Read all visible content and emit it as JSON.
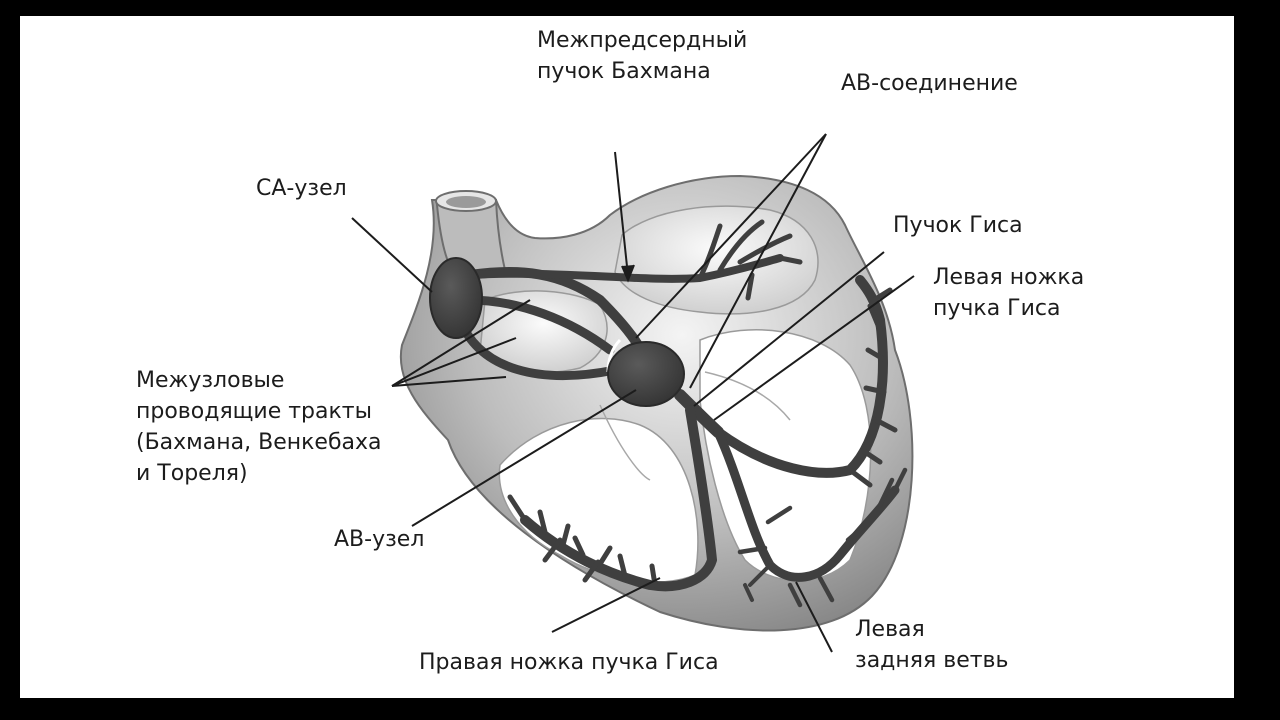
{
  "colors": {
    "frame": "#000000",
    "background": "#ffffff",
    "conduction": "#3f3f3f",
    "muscle": "#8f8f8f",
    "label": "#1c1c1c"
  },
  "labels": {
    "bachmann_bundle": [
      "Межпредсердный",
      "пучок Бахмана"
    ],
    "av_junction": [
      "АВ-соединение"
    ],
    "sa_node": [
      "СА-узел"
    ],
    "his_bundle": [
      "Пучок Гиса"
    ],
    "left_bundle_branch": [
      "Левая ножка",
      "пучка Гиса"
    ],
    "internodal_tracts": [
      "Межузловые",
      "проводящие тракты",
      "(Бахмана, Венкебаха",
      "и Тореля)"
    ],
    "av_node": [
      "АВ-узел"
    ],
    "right_bundle_branch": [
      "Правая ножка пучка Гиса"
    ],
    "left_posterior_fascicle": [
      "Левая",
      "задняя ветвь"
    ]
  }
}
